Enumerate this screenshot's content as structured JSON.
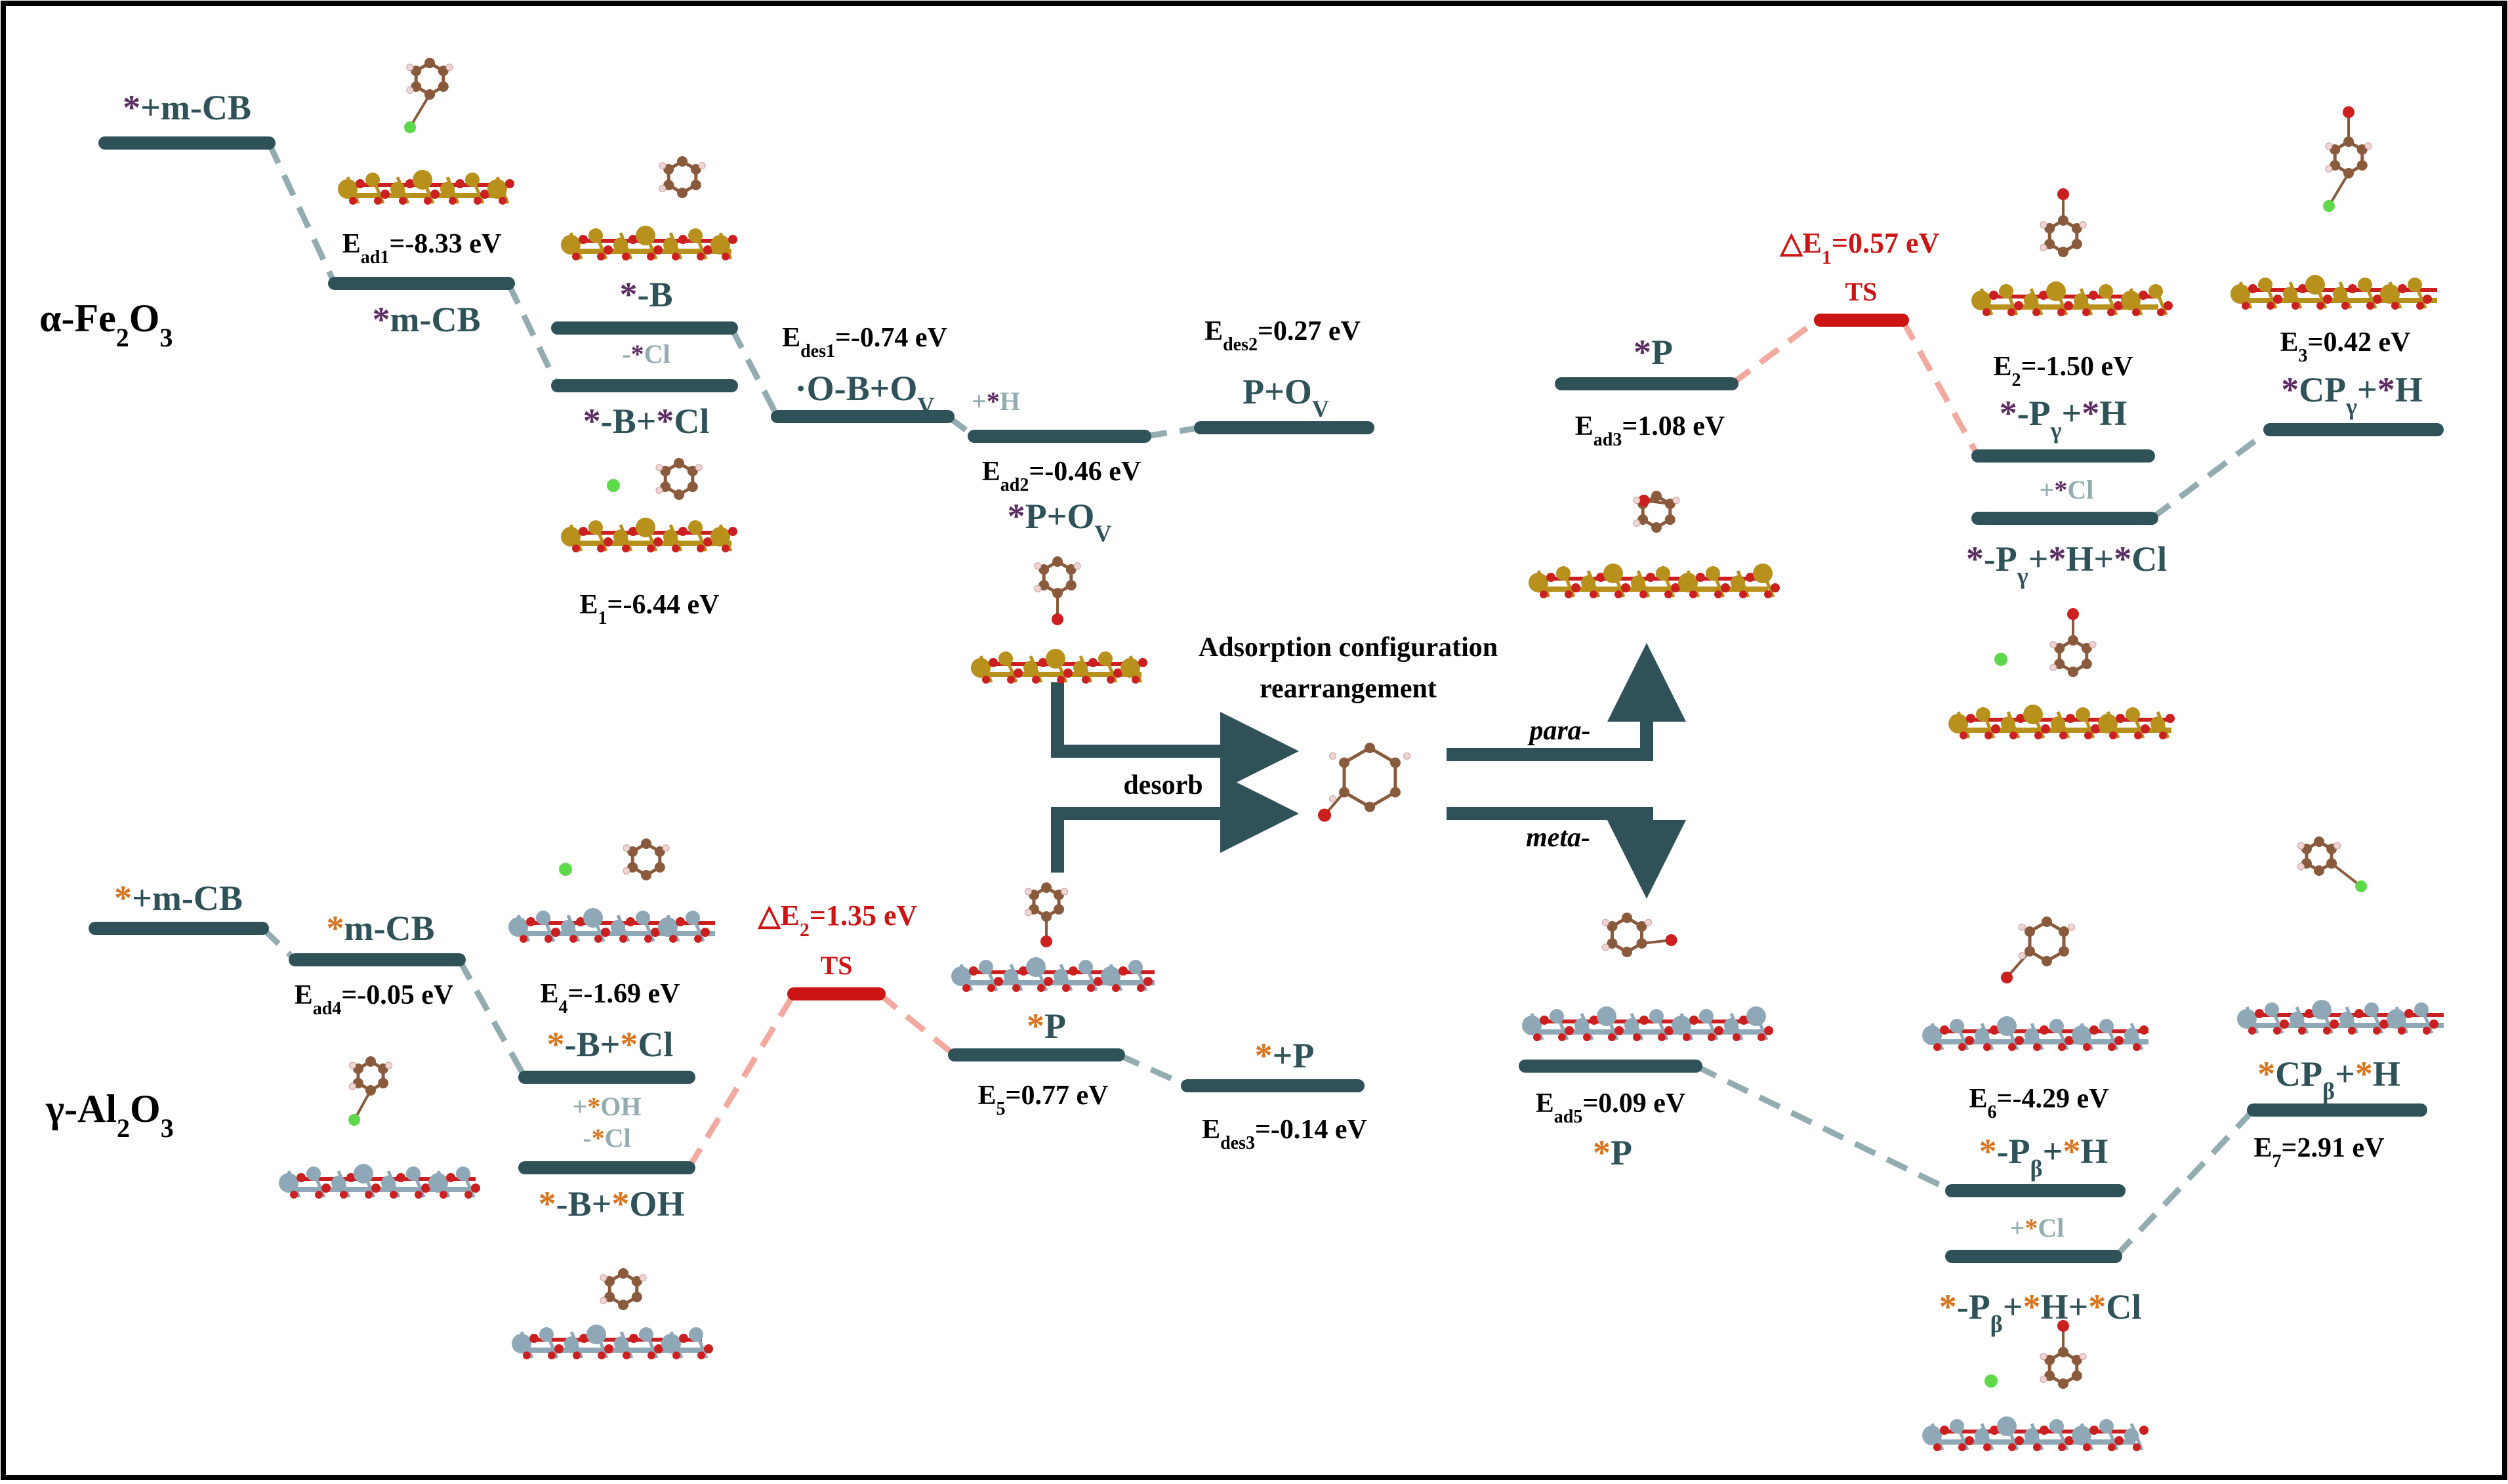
{
  "colors": {
    "level": "#2f5258",
    "connector": "#93acb0",
    "ts_level": "#cc1414",
    "ts_connector": "#f2aaa0",
    "arrow": "#2f5258",
    "star_fe": "#5b2d63",
    "star_al": "#d9741c",
    "step": "#93acb0",
    "text": "#000000",
    "iron": "#b8901c",
    "oxygen": "#cc1f1f",
    "aluminum": "#8fa8b8",
    "carbon": "#8a5a3c",
    "hydrogen": "#f0d4d4",
    "chlorine": "#5ed94a"
  },
  "catalysts": {
    "fe": {
      "pre": "α-Fe",
      "sub": "2",
      "mid": "O",
      "sub2": "3"
    },
    "al": {
      "pre": "γ-Al",
      "sub": "2",
      "mid": "O",
      "sub2": "3"
    }
  },
  "fe": {
    "s_init": {
      "star": "*",
      "rest": "+m-CB"
    },
    "s_mcb": {
      "star": "*",
      "rest": "m-CB"
    },
    "s_b": {
      "star": "*",
      "rest": "-B"
    },
    "step_cl": {
      "pre": "-",
      "star": "*",
      "rest": "Cl"
    },
    "s_bcl": {
      "star1": "*",
      "mid": "-B+",
      "star2": "*",
      "rest": "Cl"
    },
    "s_obo": {
      "main": "·O-B+O",
      "sub": "V"
    },
    "step_h": {
      "pre": "+",
      "star": "*",
      "rest": "H"
    },
    "s_pov": {
      "star": "*",
      "main": "P+O",
      "sub": "V"
    },
    "s_pov2": {
      "main": "P+O",
      "sub": "V"
    },
    "s_p": {
      "star": "*",
      "rest": "P"
    },
    "ts": "TS",
    "dE1": {
      "pre": "△E",
      "sub": "1",
      "rest": "=0.57 eV"
    },
    "s_pg_h": {
      "star1": "*",
      "mid": "-P",
      "sub": "γ",
      "plus": "+",
      "star2": "*",
      "rest": "H"
    },
    "step_cl2": {
      "pre": "+",
      "star": "*",
      "rest": "Cl"
    },
    "s_pg_h_cl": {
      "star1": "*",
      "mid": "-P",
      "sub": "γ",
      "plus": "+",
      "star2": "*",
      "h": "H+",
      "star3": "*",
      "rest": "Cl"
    },
    "s_cpg": {
      "star1": "*",
      "mid": "CP",
      "sub": "γ",
      "plus": "+",
      "star2": "*",
      "rest": "H"
    },
    "e_ad1": {
      "pre": "E",
      "sub": "ad1",
      "rest": "=-8.33 eV"
    },
    "e_1": {
      "pre": "E",
      "sub": "1",
      "rest": "=-6.44 eV"
    },
    "e_des1": {
      "pre": "E",
      "sub": "des1",
      "rest": "=-0.74 eV"
    },
    "e_ad2": {
      "pre": "E",
      "sub": "ad2",
      "rest": "=-0.46 eV"
    },
    "e_des2": {
      "pre": "E",
      "sub": "des2",
      "rest": "=0.27 eV"
    },
    "e_ad3": {
      "pre": "E",
      "sub": "ad3",
      "rest": "=1.08 eV"
    },
    "e_2": {
      "pre": "E",
      "sub": "2",
      "rest": "=-1.50 eV"
    },
    "e_3": {
      "pre": "E",
      "sub": "3",
      "rest": "=0.42 eV"
    }
  },
  "al": {
    "s_init": {
      "star": "*",
      "rest": "+m-CB"
    },
    "s_mcb": {
      "star": "*",
      "rest": "m-CB"
    },
    "s_bcl": {
      "star1": "*",
      "mid": "-B+",
      "star2": "*",
      "rest": "Cl"
    },
    "step_oh": {
      "pre": "+",
      "star": "*",
      "rest": "OH"
    },
    "step_cl": {
      "pre": "-",
      "star": "*",
      "rest": "Cl"
    },
    "s_boh": {
      "star1": "*",
      "mid": "-B+",
      "star2": "*",
      "rest": "OH"
    },
    "ts": "TS",
    "dE2": {
      "pre": "△E",
      "sub": "2",
      "rest": "=1.35 eV"
    },
    "s_p": {
      "star": "*",
      "rest": "P"
    },
    "s_p2": {
      "star": "*",
      "rest": "+P"
    },
    "s_p3": {
      "star": "*",
      "rest": "P"
    },
    "s_pb_h": {
      "star1": "*",
      "mid": "-P",
      "sub": "β",
      "plus": "+",
      "star2": "*",
      "rest": "H"
    },
    "step_cl2": {
      "pre": "+",
      "star": "*",
      "rest": "Cl"
    },
    "s_pb_h_cl": {
      "star1": "*",
      "mid": "-P",
      "sub": "β",
      "plus": "+",
      "star2": "*",
      "h": "H+",
      "star3": "*",
      "rest": "Cl"
    },
    "s_cpb": {
      "star1": "*",
      "mid": "CP",
      "sub": "β",
      "plus": "+",
      "star2": "*",
      "rest": "H"
    },
    "e_ad4": {
      "pre": "E",
      "sub": "ad4",
      "rest": "=-0.05 eV"
    },
    "e_4": {
      "pre": "E",
      "sub": "4",
      "rest": "=-1.69 eV"
    },
    "e_5": {
      "pre": "E",
      "sub": "5",
      "rest": "=0.77 eV"
    },
    "e_des3": {
      "pre": "E",
      "sub": "des3",
      "rest": "=-0.14 eV"
    },
    "e_ad5": {
      "pre": "E",
      "sub": "ad5",
      "rest": "=0.09 eV"
    },
    "e_6": {
      "pre": "E",
      "sub": "6",
      "rest": "=-4.29 eV"
    },
    "e_7": {
      "pre": "E",
      "sub": "7",
      "rest": "=2.91 eV"
    }
  },
  "center": {
    "title_line1": "Adsorption configuration",
    "title_line2": "rearrangement",
    "desorb": "desorb",
    "para": "para-",
    "meta": "meta-"
  }
}
